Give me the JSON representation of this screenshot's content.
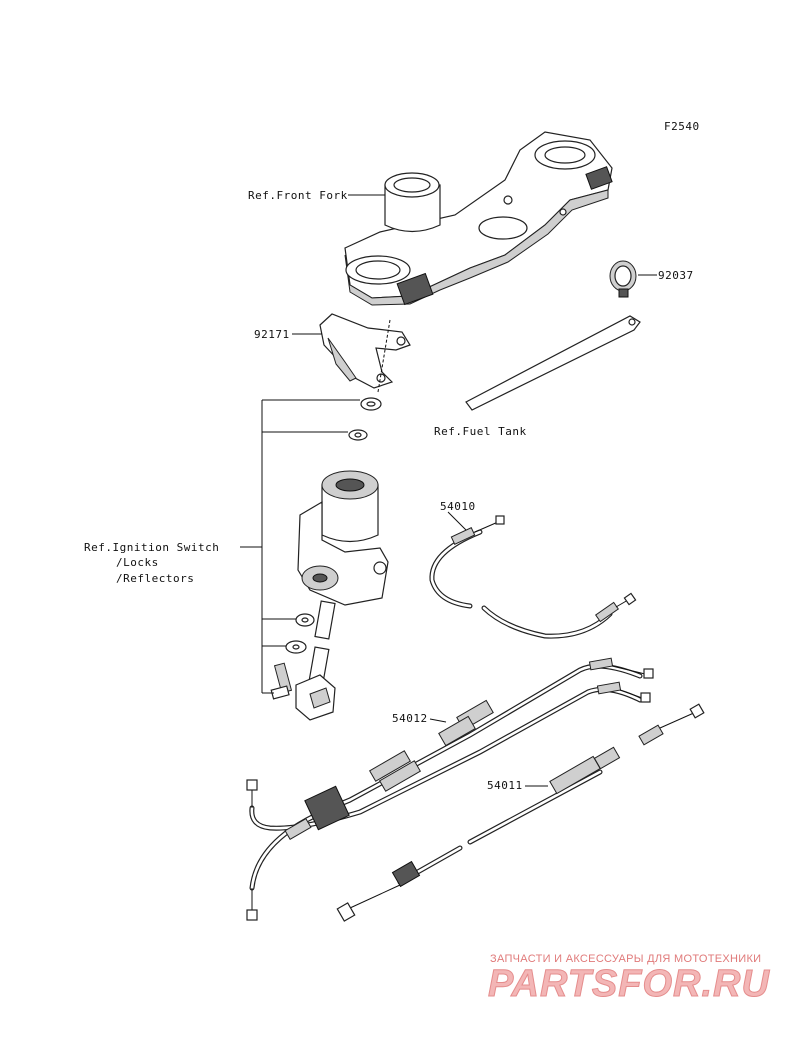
{
  "figure_code": "F2540",
  "labels": {
    "front_fork": "Ref.Front Fork",
    "part_92037": "92037",
    "part_92171": "92171",
    "fuel_tank": "Ref.Fuel Tank",
    "part_54010": "54010",
    "ignition_line1": "Ref.Ignition Switch",
    "ignition_line2": "/Locks",
    "ignition_line3": "/Reflectors",
    "part_54012": "54012",
    "part_54011": "54011"
  },
  "watermark": {
    "tagline": "ЗАПЧАСТИ И АКСЕССУАРЫ ДЛЯ МОТОТЕХНИКИ",
    "brand": "PARTSFOR.RU"
  }
}
